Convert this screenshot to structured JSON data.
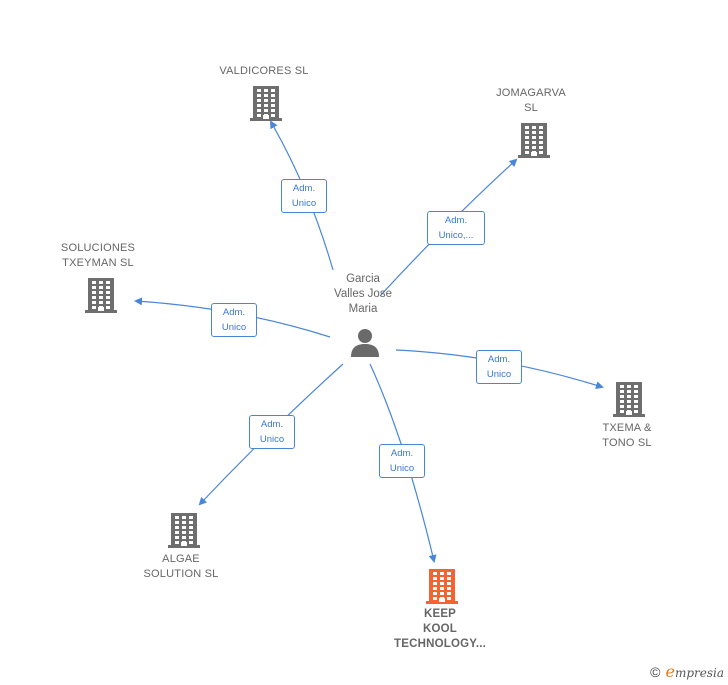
{
  "center": {
    "name": "Garcia\nValles Jose\nMaria",
    "icon": "person-icon",
    "color": "#6a6a6a"
  },
  "colors": {
    "building": "#6e6e6e",
    "building_focus": "#f26430",
    "edge": "#4a86d8",
    "edge_label_text": "#3a78cf"
  },
  "companies": [
    {
      "id": "valdicores",
      "name": "VALDICORES SL",
      "focus": false,
      "relation": "Adm.\nUnico"
    },
    {
      "id": "jomagarva",
      "name": "JOMAGARVA\nSL",
      "focus": false,
      "relation": "Adm.\nUnico,..."
    },
    {
      "id": "soluciones",
      "name": "SOLUCIONES\nTXEYMAN  SL",
      "focus": false,
      "relation": "Adm.\nUnico"
    },
    {
      "id": "txema",
      "name": "TXEMA &\nTONO  SL",
      "focus": false,
      "relation": "Adm.\nUnico"
    },
    {
      "id": "algae",
      "name": "ALGAE\nSOLUTION  SL",
      "focus": false,
      "relation": "Adm.\nUnico"
    },
    {
      "id": "keep",
      "name": "KEEP\nKOOL\nTECHNOLOGY...",
      "focus": true,
      "relation": "Adm.\nUnico"
    }
  ],
  "footer": {
    "copyright": "©",
    "brand_initial": "e",
    "brand_rest": "mpresia"
  }
}
